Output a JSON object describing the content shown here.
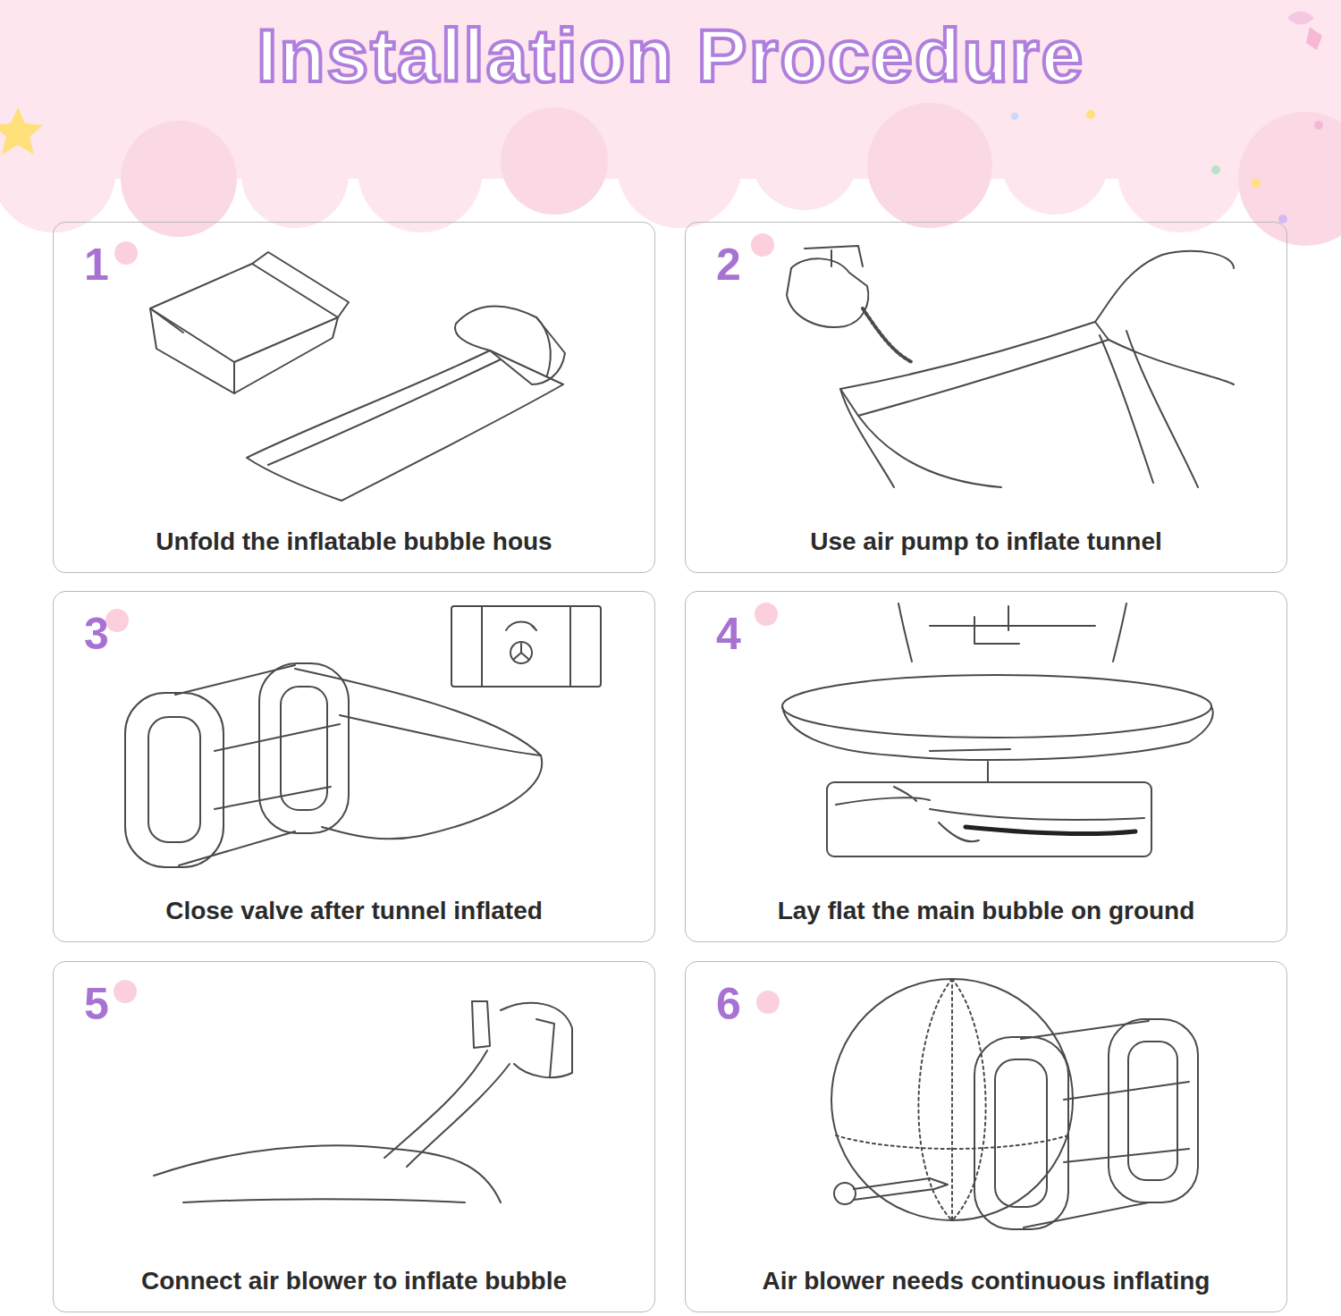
{
  "diagram": {
    "title": "Installation Procedure",
    "nodes": [
      {
        "text": [
          "1",
          "Unfold the inflatable bubble hous"
        ]
      },
      {
        "text": [
          "2",
          "Use air pump to inflate tunnel"
        ]
      },
      {
        "text": [
          "3",
          "Close valve after tunnel inflated"
        ]
      },
      {
        "text": [
          "4",
          "Lay flat the main bubble on ground"
        ]
      },
      {
        "text": [
          "5",
          "Connect air blower to inflate bubble"
        ]
      },
      {
        "text": [
          "6",
          "Air blower needs continuous inflating"
        ]
      }
    ]
  }
}
